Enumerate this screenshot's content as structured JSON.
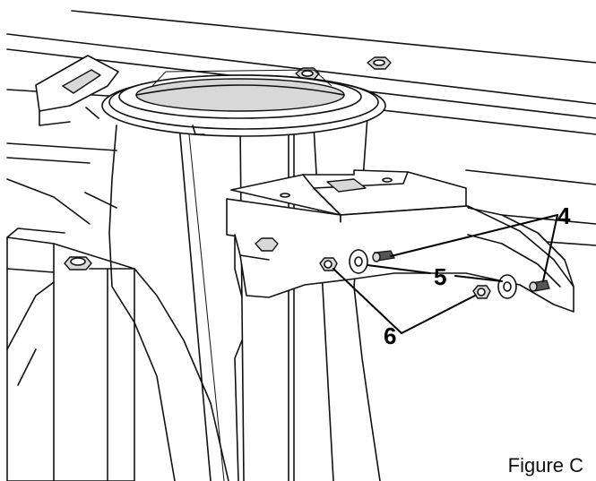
{
  "figure": {
    "caption": "Figure C",
    "callouts": {
      "part_4": "4",
      "part_5": "5",
      "part_6": "6"
    }
  },
  "colors": {
    "line": "#111111",
    "fill": "#ffffff",
    "shade": "#d8d8d8"
  }
}
